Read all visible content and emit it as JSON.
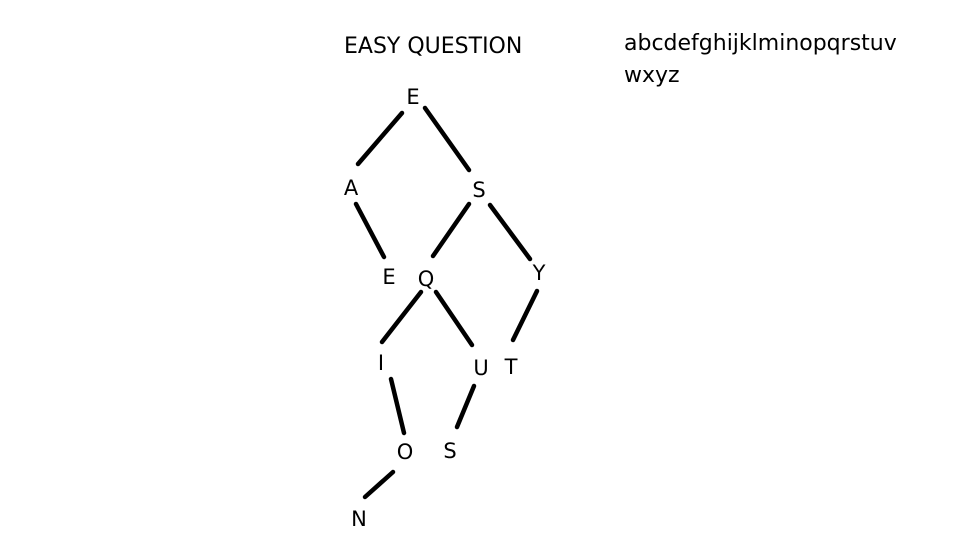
{
  "title": "EASY QUESTION",
  "alphabet": {
    "line1": "abcdefghijklminopqrstuv",
    "line2": "wxyz"
  },
  "tree": {
    "nodes": [
      {
        "id": "n1",
        "label": "E"
      },
      {
        "id": "n2",
        "label": "A"
      },
      {
        "id": "n3",
        "label": "S"
      },
      {
        "id": "n4",
        "label": "E"
      },
      {
        "id": "n5",
        "label": "Q"
      },
      {
        "id": "n6",
        "label": "Y"
      },
      {
        "id": "n7",
        "label": "I"
      },
      {
        "id": "n8",
        "label": "U"
      },
      {
        "id": "n9",
        "label": "T"
      },
      {
        "id": "n10",
        "label": "O"
      },
      {
        "id": "n11",
        "label": "S"
      },
      {
        "id": "n12",
        "label": "N"
      }
    ],
    "edges": [
      {
        "from": "n1",
        "to": "n2"
      },
      {
        "from": "n1",
        "to": "n3"
      },
      {
        "from": "n2",
        "to": "n4"
      },
      {
        "from": "n3",
        "to": "n5"
      },
      {
        "from": "n3",
        "to": "n6"
      },
      {
        "from": "n5",
        "to": "n7"
      },
      {
        "from": "n5",
        "to": "n8"
      },
      {
        "from": "n6",
        "to": "n9"
      },
      {
        "from": "n7",
        "to": "n10"
      },
      {
        "from": "n8",
        "to": "n11"
      },
      {
        "from": "n10",
        "to": "n12"
      }
    ]
  }
}
